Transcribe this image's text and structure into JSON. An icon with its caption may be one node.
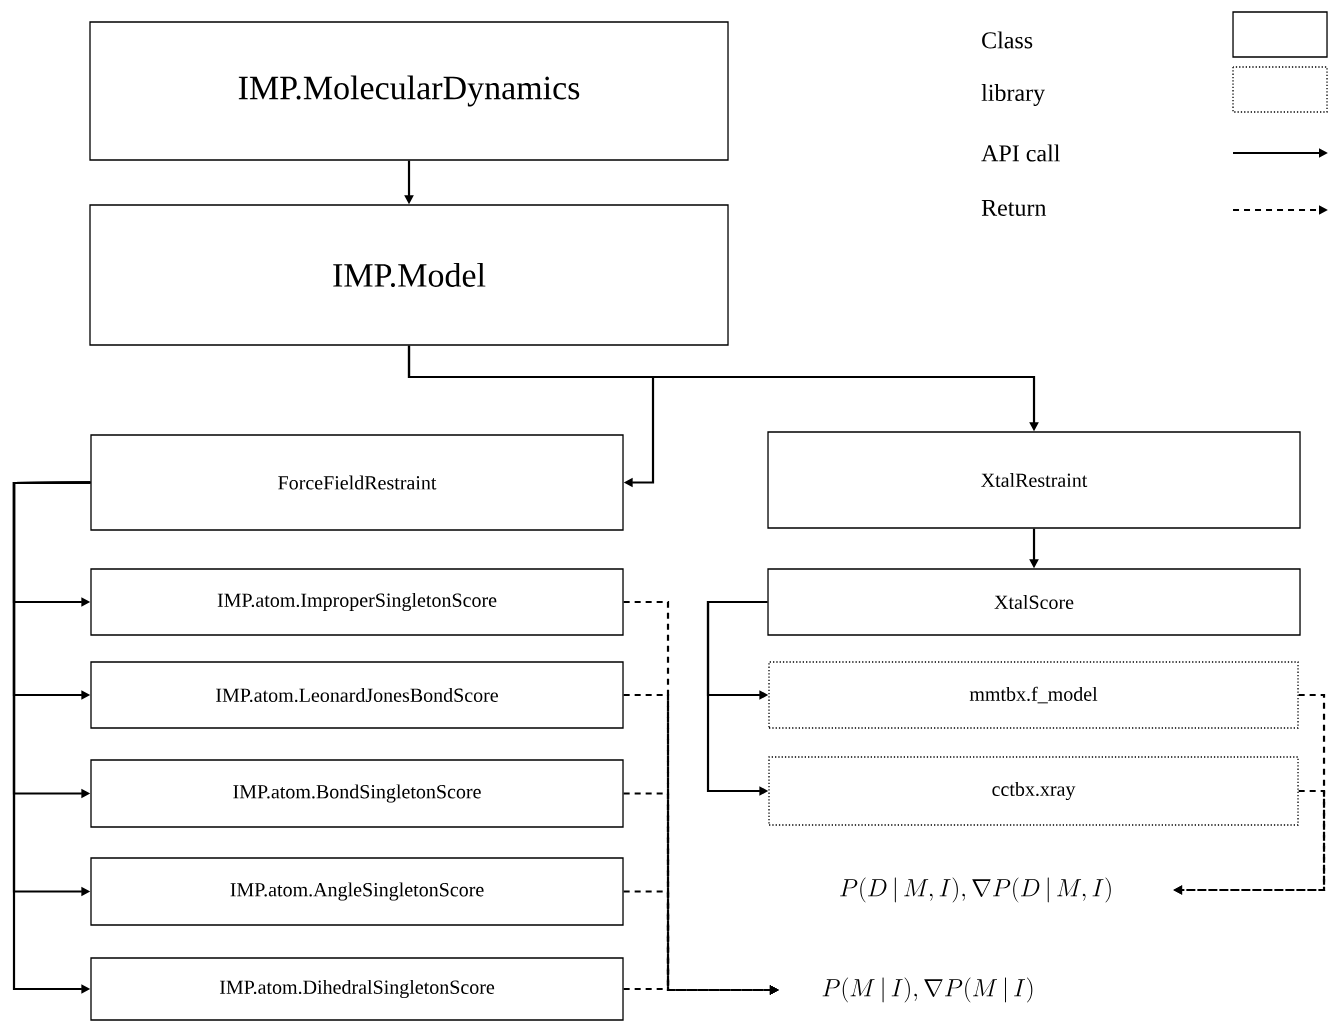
{
  "diagram": {
    "nodes": [
      {
        "text": [
          "IMP.MolecularDynamics"
        ]
      },
      {
        "text": [
          "IMP.Model"
        ]
      },
      {
        "text": [
          "ForceFieldRestraint"
        ]
      },
      {
        "text": [
          "XtalRestraint"
        ]
      },
      {
        "text": [
          "IMP.atom.ImproperSingletonScore"
        ]
      },
      {
        "text": [
          "IMP.atom.LeonardJonesBondScore"
        ]
      },
      {
        "text": [
          "IMP.atom.BondSingletonScore"
        ]
      },
      {
        "text": [
          "IMP.atom.AngleSingletonScore"
        ]
      },
      {
        "text": [
          "IMP.atom.DihedralSingletonScore"
        ]
      },
      {
        "text": [
          "XtalScore"
        ]
      },
      {
        "text": [
          "mmtbx.f_model"
        ]
      },
      {
        "text": [
          "cctbx.xray"
        ]
      },
      {
        "text": [
          "P(D\\,|\\,M,I), \\nabla P(D\\,|\\,M,I)"
        ]
      },
      {
        "text": [
          "P(M\\,|\\,I), \\nabla P(M\\,|\\,I)"
        ]
      }
    ],
    "edges": [
      {
        "from": 0,
        "to": 1,
        "arrow": "to"
      },
      {
        "from": 1,
        "to": 2,
        "arrow": "to"
      },
      {
        "from": 1,
        "to": 3,
        "arrow": "to"
      },
      {
        "from": 2,
        "to": 4,
        "arrow": "to"
      },
      {
        "from": 2,
        "to": 5,
        "arrow": "to"
      },
      {
        "from": 2,
        "to": 6,
        "arrow": "to"
      },
      {
        "from": 2,
        "to": 7,
        "arrow": "to"
      },
      {
        "from": 2,
        "to": 8,
        "arrow": "to"
      },
      {
        "from": 3,
        "to": 9,
        "arrow": "to"
      },
      {
        "from": 9,
        "to": 10,
        "arrow": "to"
      },
      {
        "from": 9,
        "to": 11,
        "arrow": "to"
      },
      {
        "from": 4,
        "to": 13,
        "arrow": "to",
        "style": "dashed"
      },
      {
        "from": 5,
        "to": 13,
        "arrow": "to",
        "style": "dashed"
      },
      {
        "from": 6,
        "to": 13,
        "arrow": "to",
        "style": "dashed"
      },
      {
        "from": 7,
        "to": 13,
        "arrow": "to",
        "style": "dashed"
      },
      {
        "from": 8,
        "to": 13,
        "arrow": "to",
        "style": "dashed"
      },
      {
        "from": 10,
        "to": 12,
        "arrow": "to",
        "style": "dashed"
      },
      {
        "from": 11,
        "to": 12,
        "arrow": "to",
        "style": "dashed"
      }
    ],
    "legend": [
      {
        "text": "Class"
      },
      {
        "text": "library"
      },
      {
        "text": "API call"
      },
      {
        "text": "Return"
      }
    ]
  }
}
